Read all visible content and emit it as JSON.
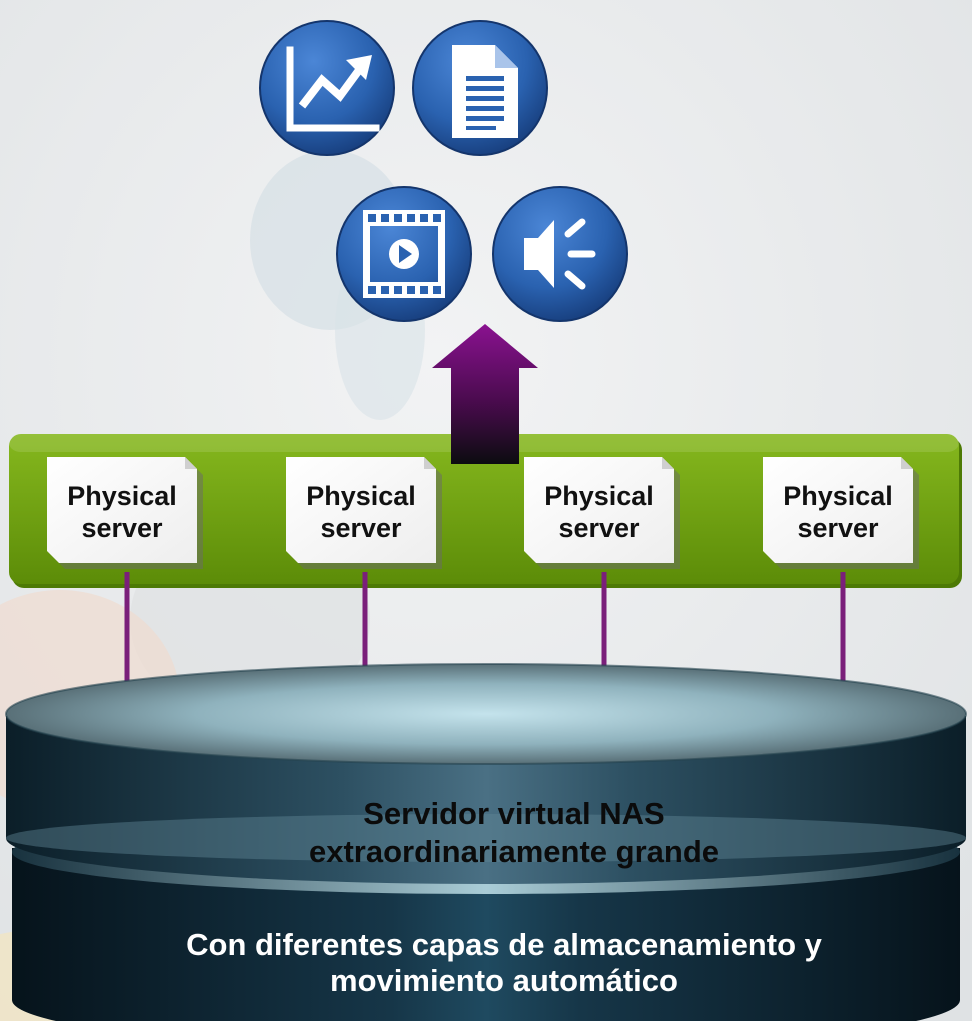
{
  "icons": [
    {
      "id": "chart",
      "name": "line-chart-icon"
    },
    {
      "id": "document",
      "name": "document-icon"
    },
    {
      "id": "video",
      "name": "video-icon"
    },
    {
      "id": "audio",
      "name": "speaker-icon"
    }
  ],
  "servers": [
    {
      "line1": "Physical",
      "line2": "server"
    },
    {
      "line1": "Physical",
      "line2": "server"
    },
    {
      "line1": "Physical",
      "line2": "server"
    },
    {
      "line1": "Physical",
      "line2": "server"
    }
  ],
  "storage": {
    "top_label_line1": "Servidor virtual NAS",
    "top_label_line2": "extraordinariamente grande",
    "bottom_label_line1": "Con diferentes capas de almacenamiento y",
    "bottom_label_line2": "movimiento automático"
  },
  "colors": {
    "icon_blue": "#2a62b0",
    "green_bar": "#6e9f10",
    "arrow_purple": "#7a0a7a",
    "connector": "#7a1f7a",
    "cylinder_dark": "#0e2733"
  }
}
